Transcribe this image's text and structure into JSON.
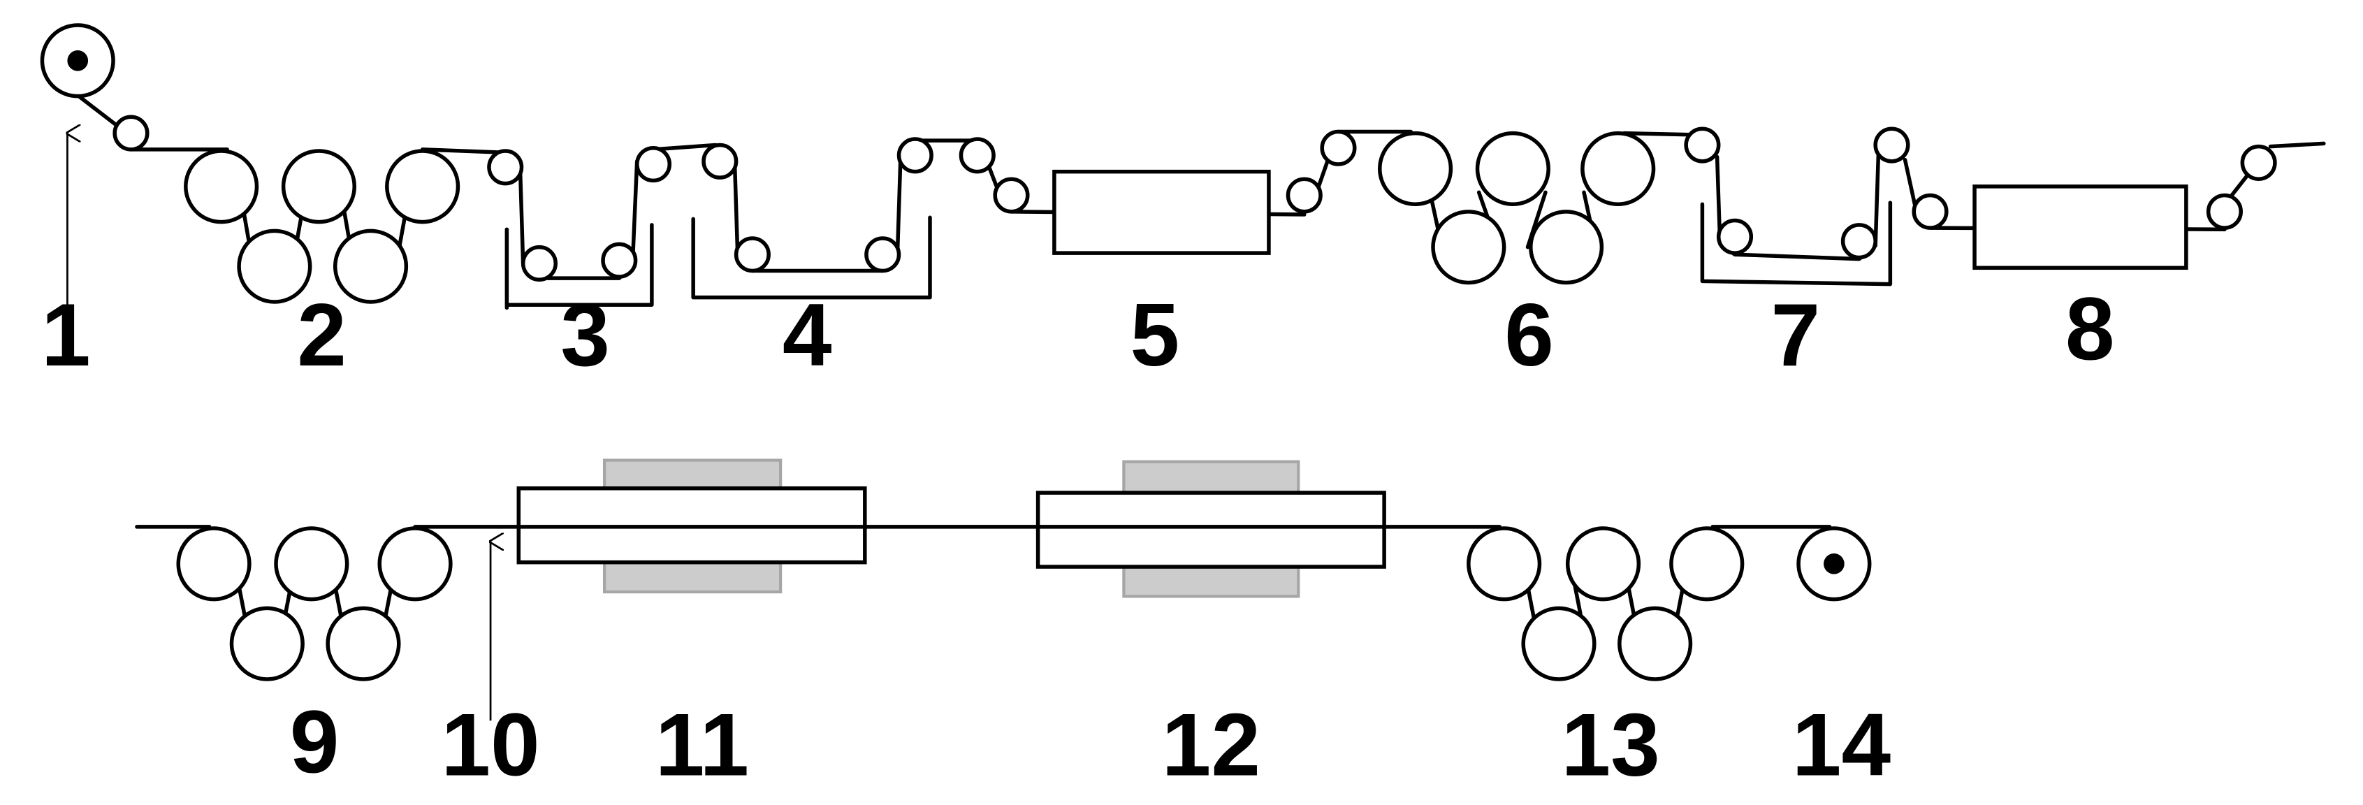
{
  "labels": {
    "l1": "1",
    "l2": "2",
    "l3": "3",
    "l4": "4",
    "l5": "5",
    "l6": "6",
    "l7": "7",
    "l8": "8",
    "l9": "9",
    "l10": "10",
    "l11": "11",
    "l12": "12",
    "l13": "13",
    "l14": "14"
  },
  "colors": {
    "line": "#000000",
    "heater": "#cccccc",
    "background": "#ffffff"
  }
}
